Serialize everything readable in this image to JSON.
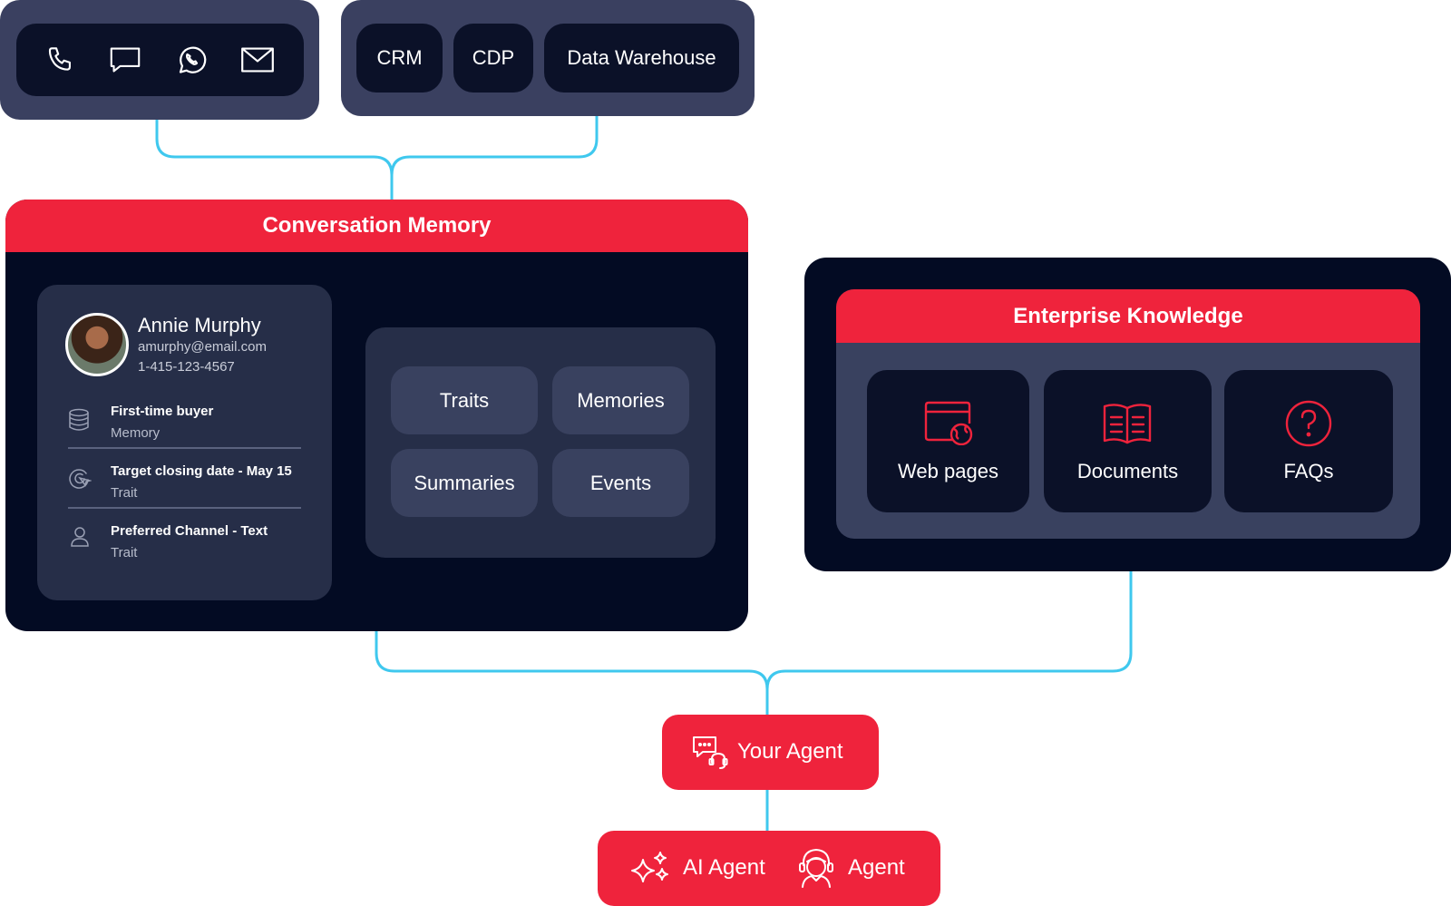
{
  "channels": {
    "icons": [
      "phone-icon",
      "chat-bubble-icon",
      "whatsapp-icon",
      "mail-icon"
    ]
  },
  "sources": {
    "items": [
      "CRM",
      "CDP",
      "Data Warehouse"
    ]
  },
  "memory": {
    "title": "Conversation Memory",
    "profile": {
      "name": "Annie Murphy",
      "email": "amurphy@email.com",
      "phone": "1-415-123-4567",
      "items": [
        {
          "title": "First-time buyer",
          "kind": "Memory",
          "icon": "database-icon"
        },
        {
          "title": "Target closing date - May 15",
          "kind": "Trait",
          "icon": "target-icon"
        },
        {
          "title": "Preferred Channel - Text",
          "kind": "Trait",
          "icon": "user-icon"
        }
      ]
    },
    "tiles": [
      "Traits",
      "Memories",
      "Summaries",
      "Events"
    ]
  },
  "knowledge": {
    "title": "Enterprise Knowledge",
    "cards": [
      {
        "label": "Web pages",
        "icon": "web-page-icon"
      },
      {
        "label": "Documents",
        "icon": "document-icon"
      },
      {
        "label": "FAQs",
        "icon": "question-icon"
      }
    ]
  },
  "your_agent": {
    "label": "Your Agent"
  },
  "agents": {
    "ai_label": "AI Agent",
    "human_label": "Agent"
  },
  "colors": {
    "accent": "#ef233c",
    "connector": "#3fc8ee",
    "navy": "#030b23",
    "slate": "#3a4060"
  }
}
